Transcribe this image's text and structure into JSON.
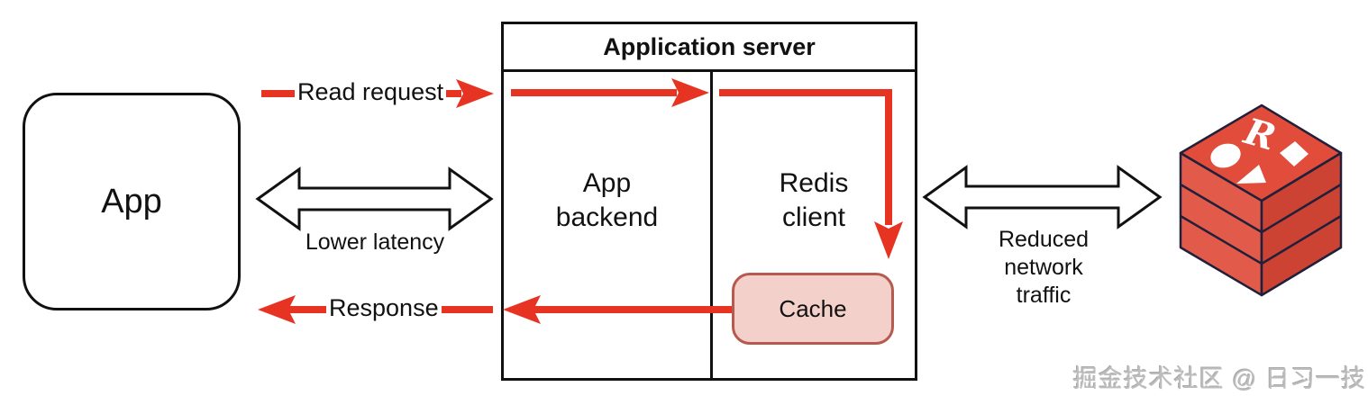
{
  "colors": {
    "arrow_red": "#e63322",
    "line_black": "#111111",
    "cache_fill": "#f4d0cb",
    "cache_border": "#b65a50",
    "redis_top": "#e14c3b",
    "redis_left": "#e25a4a",
    "redis_right": "#cc4334",
    "redis_edge": "#20203a",
    "watermark_gray": "#bdbdbd"
  },
  "app_box": {
    "label": "App"
  },
  "server_box": {
    "title": "Application server",
    "columns": [
      {
        "lines": [
          "App",
          "backend"
        ]
      },
      {
        "lines": [
          "Redis",
          "client"
        ]
      }
    ],
    "cache": {
      "label": "Cache"
    }
  },
  "arrow_labels": {
    "read_request": "Read request",
    "response": "Response",
    "lower_latency": "Lower latency",
    "reduced_network": [
      "Reduced",
      "network",
      "traffic"
    ]
  },
  "redis_logo": {
    "icon": "redis-cube-logo",
    "r_glyph": "R"
  },
  "watermark": {
    "text": "掘金技术社区 @ 日习一技"
  }
}
